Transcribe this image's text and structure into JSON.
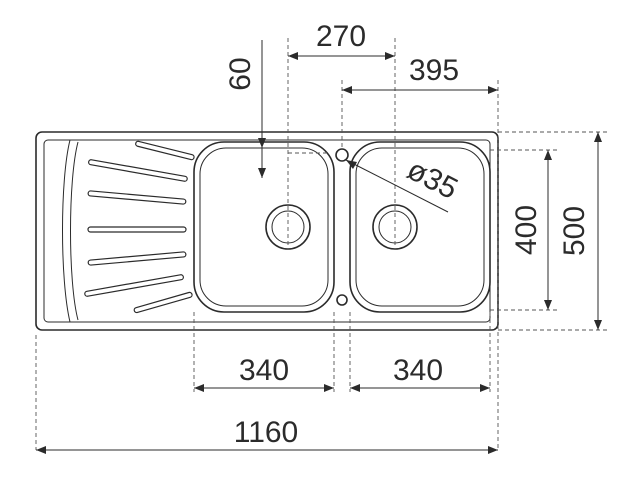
{
  "dimensions": {
    "overall_width": "1160",
    "overall_depth": "500",
    "bowl_depth": "400",
    "bowl_left_width": "340",
    "bowl_right_width": "340",
    "drain_spacing": "270",
    "drain_offset_right": "395",
    "drain_setback": "60",
    "tap_hole": "ø35"
  },
  "colors": {
    "line": "#2b2b2b",
    "background": "#ffffff"
  }
}
